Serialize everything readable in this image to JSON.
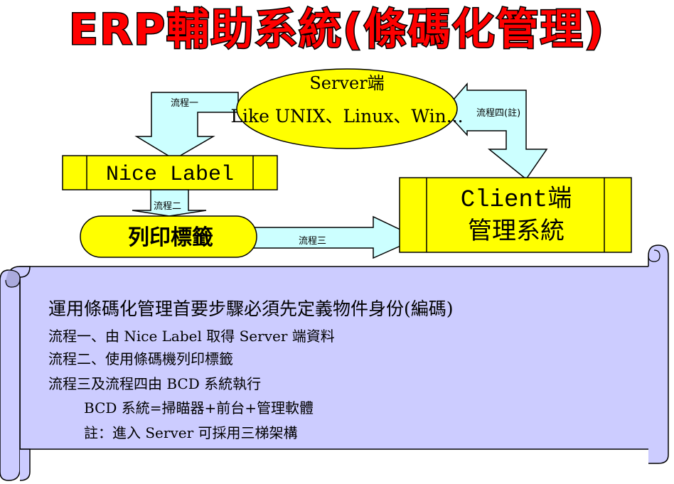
{
  "title": "ERP輔助系統(條碼化管理)",
  "server": {
    "line1": "Server端",
    "line2": "Like UNIX、Linux、Win..."
  },
  "nice_label": "Nice Label",
  "print_label": "列印標籤",
  "client": {
    "line1": "Client端",
    "line2": "管理系統"
  },
  "flows": {
    "flow1": "流程一",
    "flow2": "流程二",
    "flow3": "流程三",
    "flow4": "流程四(註)"
  },
  "scroll": {
    "heading": "運用條碼化管理首要步驟必須先定義物件身份(編碼)",
    "lines": [
      "流程一、由 Nice Label 取得 Server 端資料",
      "流程二、使用條碼機列印標籤",
      "流程三及流程四由 BCD 系統執行",
      "BCD 系統=掃瞄器+前台+管理軟體",
      "註：進入 Server 可採用三梯架構"
    ]
  },
  "colors": {
    "title_fill": "#ff0000",
    "box_yellow": "#ffff00",
    "arrow_cyan": "#ccffff",
    "scroll_fill": "#ccccff"
  }
}
